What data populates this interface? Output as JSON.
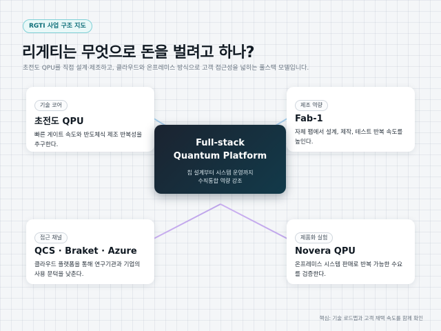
{
  "header": {
    "tag": "RGTI 사업 구조 지도",
    "title": "리게티는 무엇으로 돈을 벌려고 하나?",
    "subtitle": "초전도 QPU를 직접 설계·제조하고, 클라우드와 온프레미스 방식으로 고객 접근성을 넓히는 풀스택 모델입니다."
  },
  "center": {
    "title_line1": "Full-stack",
    "title_line2": "Quantum Platform",
    "desc_line1": "칩 설계부터 시스템 운영까지",
    "desc_line2": "수직통합 역량 강조"
  },
  "cards": {
    "top_left": {
      "pill": "기술 코어",
      "title": "초전도 QPU",
      "desc": "빠른 게이트 속도와 반도체식 제조 반복성을 추구한다."
    },
    "top_right": {
      "pill": "제조 역량",
      "title": "Fab-1",
      "desc": "자체 팹에서 설계, 제작, 테스트 반복 속도를 높인다."
    },
    "bottom_left": {
      "pill": "접근 채널",
      "title": "QCS · Braket · Azure",
      "desc": "클라우드 플랫폼을 통해 연구기관과 기업의 사용 문턱을 낮춘다."
    },
    "bottom_right": {
      "pill": "제품화 실험",
      "title": "Novera QPU",
      "desc": "온프레미스 시스템 판매로 반복 가능한 수요를 검증한다."
    }
  },
  "footer": "핵심: 기술 로드맵과 고객 채택 속도를 함께 확인",
  "colors": {
    "link_top": "#8fd3e6",
    "link_bottom": "#b79be8",
    "center_bg": "#14303f",
    "tag_accent": "#0f6f79"
  }
}
